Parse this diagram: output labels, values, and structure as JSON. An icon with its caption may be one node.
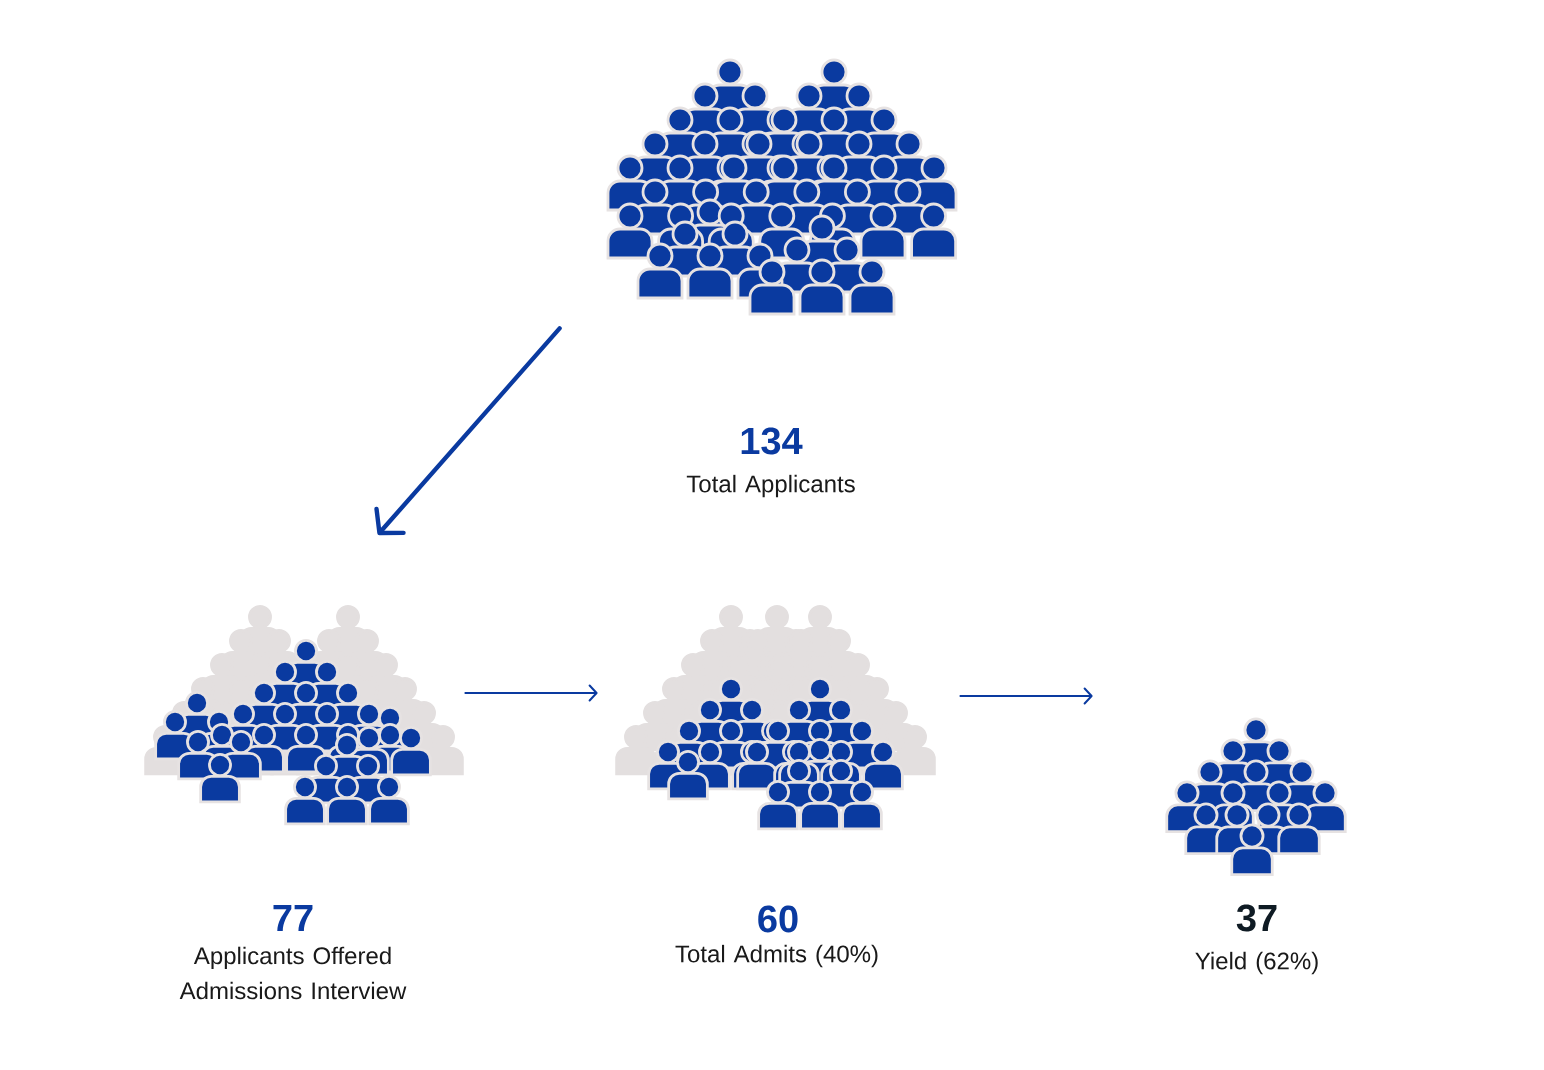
{
  "diagram": {
    "nodes": [
      {
        "text": [],
        "shape": "person",
        "beside": [
          "134",
          "Total Applicants"
        ]
      },
      {
        "text": [],
        "shape": "person",
        "beside": [
          "77",
          "Applicants Offered Admissions Interview"
        ]
      },
      {
        "text": [],
        "shape": "person",
        "beside": [
          "60",
          "Total Admits (40%)"
        ]
      },
      {
        "text": [],
        "shape": "person",
        "beside": [
          "37",
          "Yield (62%)"
        ]
      }
    ],
    "edges": [
      {
        "from": 0,
        "to": 1,
        "arrow": "to",
        "style": "thick"
      },
      {
        "from": 1,
        "to": 2,
        "arrow": "to"
      },
      {
        "from": 2,
        "to": 3,
        "arrow": "to"
      }
    ]
  }
}
